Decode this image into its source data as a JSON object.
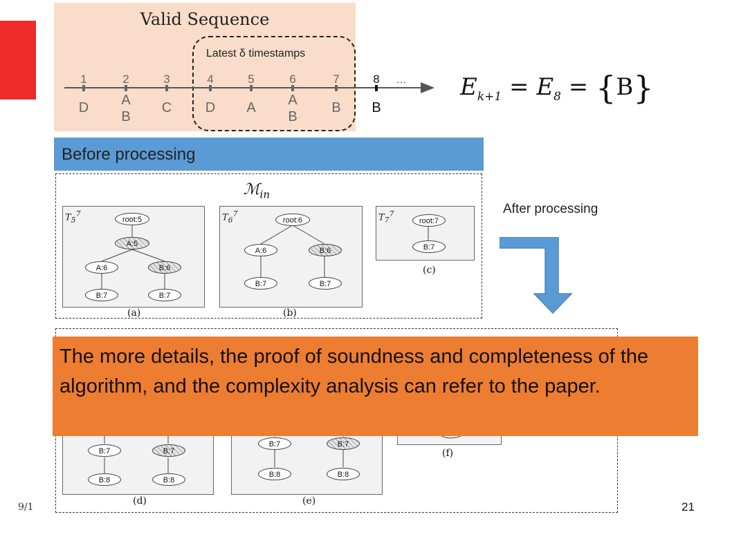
{
  "slide": {
    "title": "Valid Sequence",
    "latest_label": "Latest δ timestamps",
    "timeline": {
      "ticks": [
        "1",
        "2",
        "3",
        "4",
        "5",
        "6",
        "7",
        "8",
        "..."
      ],
      "events": [
        "D",
        "A\nB",
        "C",
        "D",
        "A",
        "A\nB",
        "B",
        "B"
      ]
    },
    "formula": {
      "e1": "E",
      "sub1": "k+1",
      "eq1": " = ",
      "e2": "E",
      "sub2": "8",
      "eq2": " = ",
      "set": "B"
    },
    "before_label": "Before processing",
    "panel_label": {
      "m": "ℳ",
      "sub": "in"
    },
    "trees_before": [
      {
        "label": "T",
        "sub": "5",
        "sup": "7",
        "caption": "(a)"
      },
      {
        "label": "T",
        "sub": "6",
        "sup": "7",
        "caption": "(b)"
      },
      {
        "label": "T",
        "sub": "7",
        "sup": "7",
        "caption": "(c)"
      }
    ],
    "nodes": {
      "root5": "root:5",
      "a5": "A:5",
      "a6": "A:6",
      "b6": "B:6",
      "b7": "B:7",
      "root6": "root:6",
      "root7": "root:7",
      "b8": "B:8"
    },
    "after_label": "After processing",
    "captions_after": [
      "(d)",
      "(e)",
      "(f)"
    ],
    "callout": "The more details, the proof of soundness and completeness of the algorithm, and the complexity analysis can refer to the paper.",
    "date_fragment": "9/1",
    "page_number": "21"
  },
  "colors": {
    "red_accent": "#ee2a2a",
    "valid_bg": "#f9dcc9",
    "banner_blue": "#5b9bd5",
    "arrow_blue": "#5b9bd5",
    "callout_orange": "#ed7d31"
  }
}
